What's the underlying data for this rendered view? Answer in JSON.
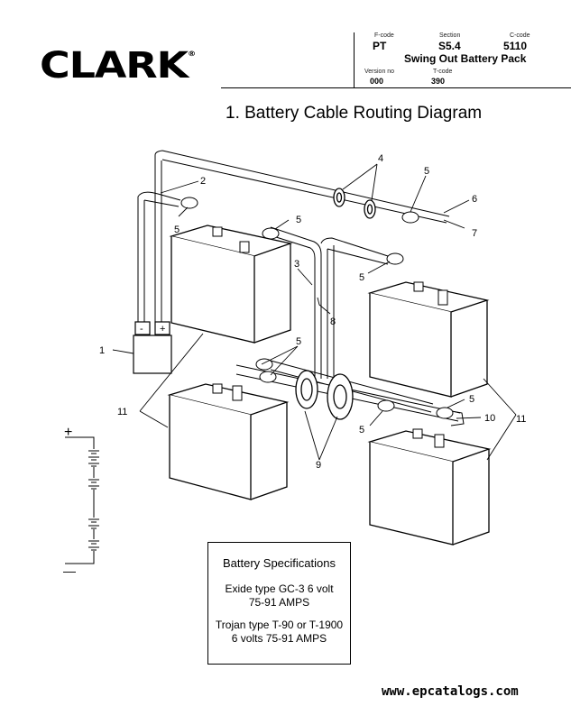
{
  "header": {
    "brand": "CLARK",
    "fcode_label": "F-code",
    "fcode": "PT",
    "section_label": "Section",
    "section": "S5.4",
    "ccode_label": "C-code",
    "ccode": "5110",
    "subtitle": "Swing Out Battery Pack",
    "version_label": "Version no",
    "version": "000",
    "tcode_label": "T-code",
    "tcode": "390"
  },
  "title": "1. Battery Cable Routing Diagram",
  "callouts": {
    "n1": "1",
    "n2": "2",
    "n3": "3",
    "n4": "4",
    "n5": "5",
    "n6": "6",
    "n7": "7",
    "n8": "8",
    "n9": "9",
    "n10": "10",
    "n11": "11"
  },
  "connector": {
    "minus": "-",
    "plus": "+"
  },
  "schematic": {
    "plus": "+",
    "minus": "—"
  },
  "specs": {
    "title": "Battery Specifications",
    "line1": "Exide type GC-3 6 volt",
    "line2": "75-91 AMPS",
    "line3": "Trojan type T-90 or T-1900",
    "line4": "6 volts 75-91 AMPS"
  },
  "watermark": "www.epcatalogs.com"
}
